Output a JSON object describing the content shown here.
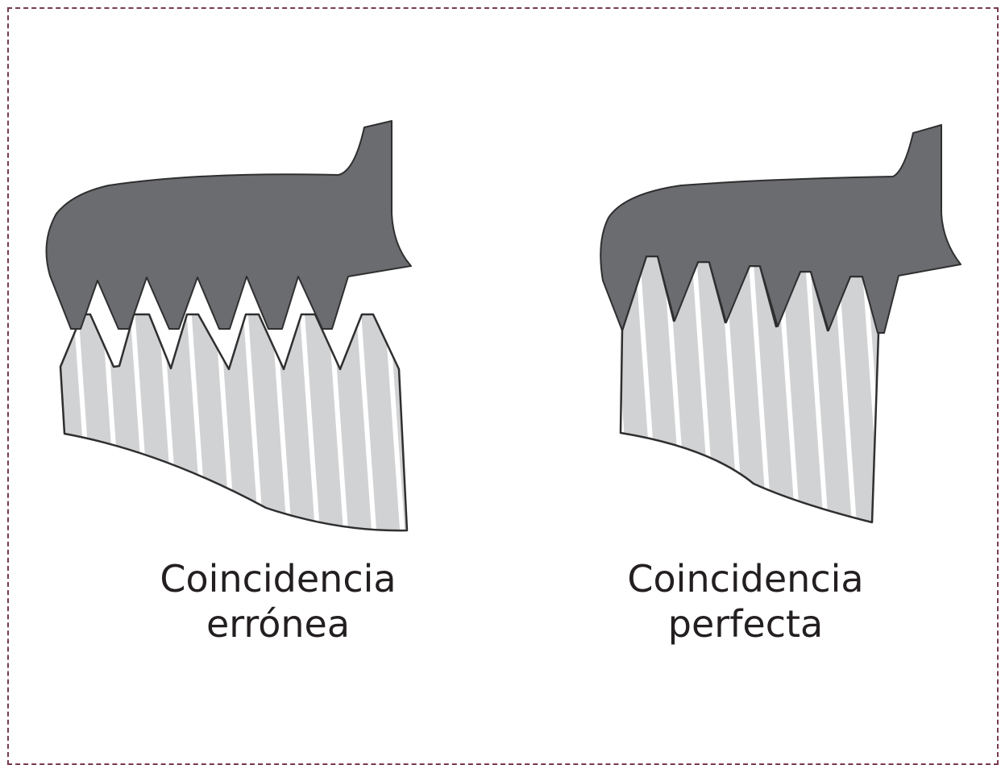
{
  "panels": [
    {
      "caption_line1": "Coincidencia",
      "caption_line2": "errónea",
      "match": "wrong"
    },
    {
      "caption_line1": "Coincidencia",
      "caption_line2": "perfecta",
      "match": "perfect"
    }
  ],
  "colors": {
    "upper_gear": "#6b6c70",
    "lower_gear_fill": "#d1d2d4",
    "stripe": "#ffffff",
    "outline": "#2f2f30",
    "frame_border": "#7a3b4f",
    "caption_text": "#231f20"
  }
}
